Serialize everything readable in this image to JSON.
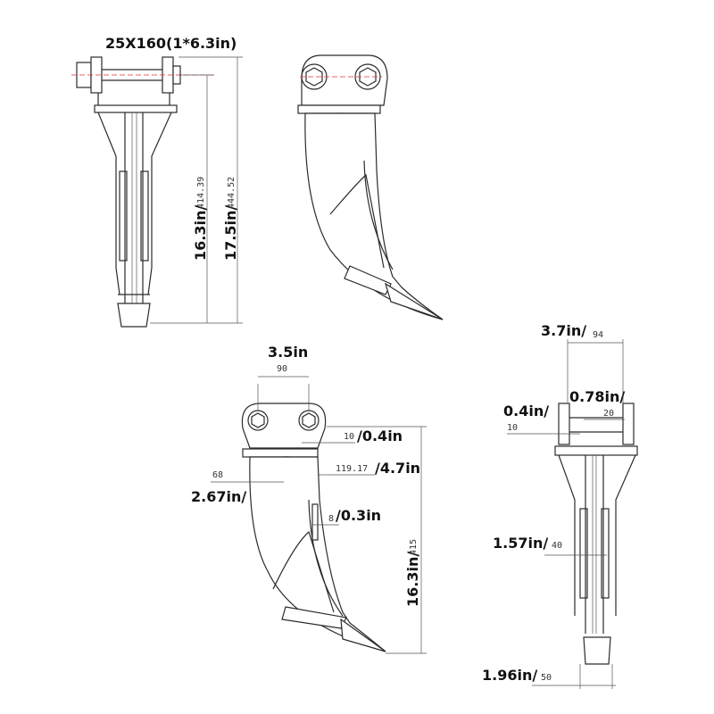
{
  "colors": {
    "line": "#2b2b2b",
    "centerline": "#dd3333",
    "background": "#ffffff"
  },
  "view_side_1": {
    "pin_spec": "25X160(1*6.3in)",
    "height_a_in": "16.3in/",
    "height_a_mm": "414.39",
    "height_b_in": "17.5in/",
    "height_b_mm": "444.52"
  },
  "view_front": {
    "hole_spacing_in": "3.5in",
    "hole_spacing_mm": "90",
    "plate_thickness_mm": "10",
    "plate_thickness_in": "/0.4in",
    "offset_mm": "119.17",
    "offset_in": "/4.7in",
    "shank_offset_mm": "68",
    "shank_offset_in": "2.67in/",
    "rib_mm": "8",
    "rib_in": "/0.3in",
    "height_in": "16.3in/",
    "height_mm": "415"
  },
  "view_side_2": {
    "width_in": "3.7in/",
    "width_mm": "94",
    "gap_in": "0.78in/",
    "gap_mm": "20",
    "plate_in": "0.4in/",
    "plate_mm": "10",
    "shank_in": "1.57in/",
    "shank_mm": "40",
    "tip_in": "1.96in/",
    "tip_mm": "50"
  }
}
